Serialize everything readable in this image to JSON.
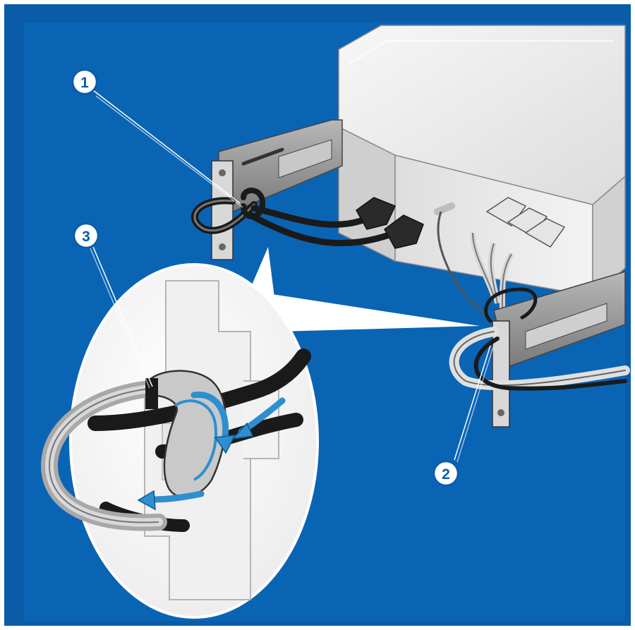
{
  "callouts": [
    {
      "label": "1"
    },
    {
      "label": "2"
    },
    {
      "label": "3"
    }
  ],
  "colors": {
    "outer_border": "#0a5ca8",
    "background": "#0a64b4",
    "chassis": "#e8e8e8",
    "cable": "#1a1a1a",
    "rail": "#9a9a9a",
    "arrow": "#2e8fd0",
    "callout_fill": "#ffffff",
    "callout_text": "#0a5ca8"
  }
}
